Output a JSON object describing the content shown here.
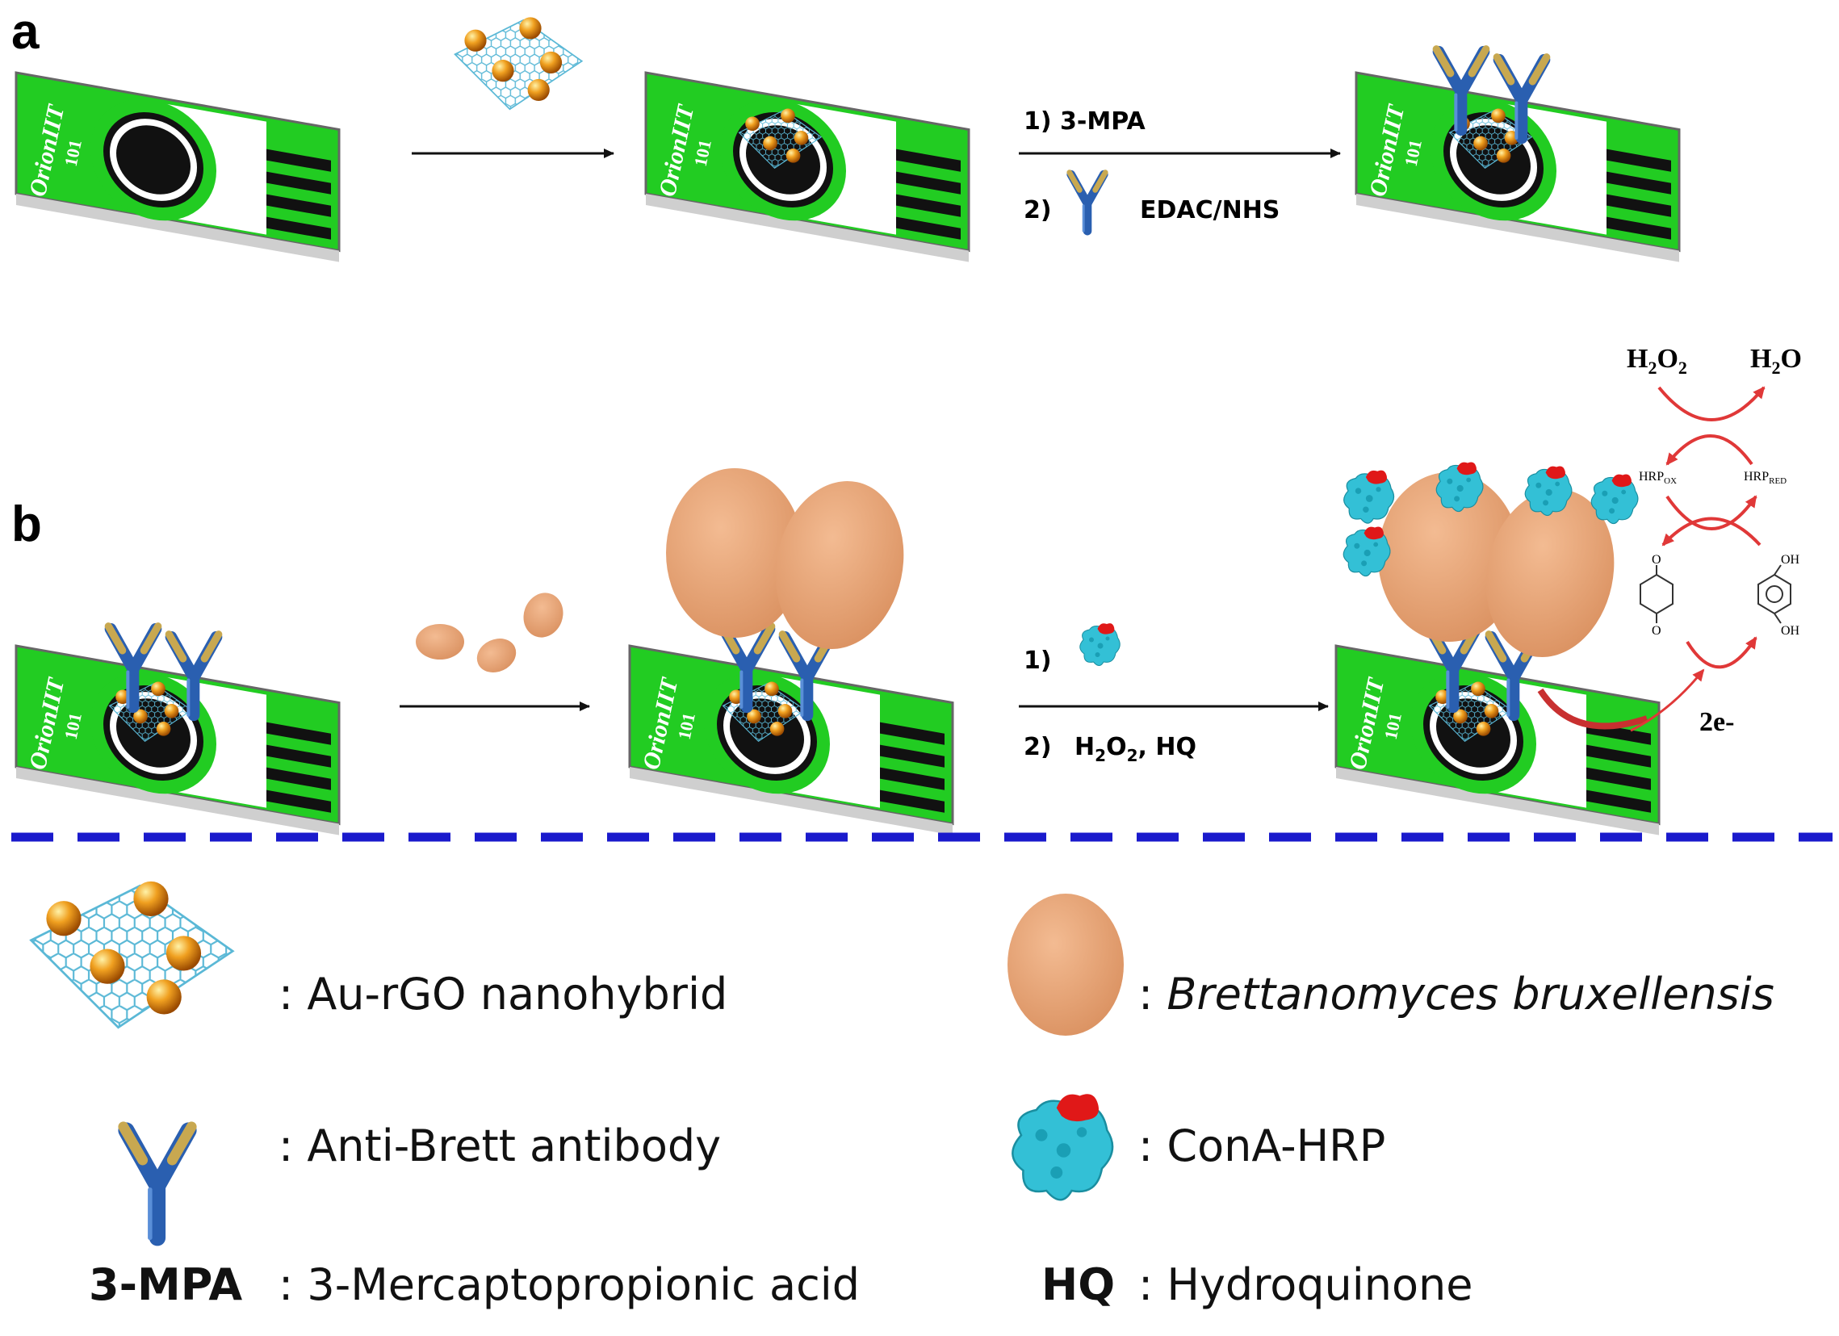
{
  "panels": {
    "a": "a",
    "b": "b"
  },
  "electrode": {
    "brand": "OrionIIT",
    "model": "101"
  },
  "step_a2": {
    "step1": "1)  3-MPA",
    "step2_num": "2)",
    "step2_reagent": "EDAC/NHS"
  },
  "step_b2": {
    "step1": "1)",
    "step2_num": "2)",
    "step2_reagent_sub": "2",
    "step2_rest": ", HQ"
  },
  "cycle": {
    "h2o2_left": "H",
    "h2o2_sub1": "2",
    "h2o2_mid": "O",
    "h2o2_sub2": "2",
    "h2o": "H",
    "h2o_sub": "2",
    "h2o_end": "O",
    "hrp_ox_base": "HRP",
    "hrp_ox_sub": "OX",
    "hrp_red_base": "HRP",
    "hrp_red_sub": "RED",
    "electrons": "2e-",
    "oh_top": "OH",
    "oh_bottom": "OH",
    "o_top": "O",
    "o_bottom": "O"
  },
  "legend": {
    "au_rgo": ": Au-rGO nanohybrid",
    "antibody": ": Anti-Brett antibody",
    "brett_colon": ": ",
    "brett_name": "Brettanomyces bruxellensis",
    "conA": ": ConA-HRP",
    "mpa_abbr": "3-MPA",
    "mpa_def": ": 3-Mercaptopropionic acid",
    "hq_abbr": "HQ",
    "hq_def": ": Hydroquinone"
  },
  "colors": {
    "electrode_green": "#22cc22",
    "gold": "#e8a020",
    "graphene": "#5ab8d6",
    "antibody_blue": "#2a5fb0",
    "antibody_gold": "#c8a850",
    "yeast": "#e8a77a",
    "conA": "#33c0d6",
    "conA_red": "#e01818",
    "divider": "#1a1acc",
    "cycle_arrow": "#e03838"
  }
}
